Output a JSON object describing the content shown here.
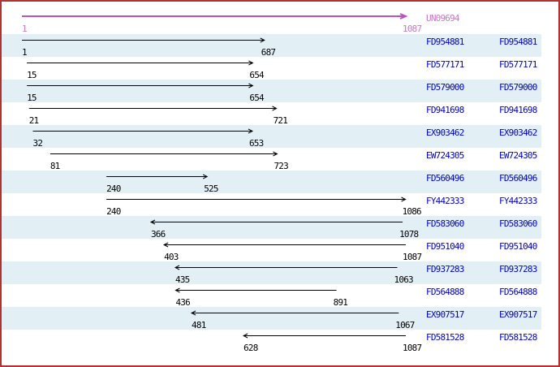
{
  "diagram": {
    "scale": {
      "min": 1,
      "max": 1087
    },
    "reference": {
      "id": "UN09694",
      "start": 1,
      "end": 1087,
      "direction": "right"
    },
    "alignments": [
      {
        "id": "FD954881",
        "start": 1,
        "end": 687,
        "direction": "right"
      },
      {
        "id": "FD577171",
        "start": 15,
        "end": 654,
        "direction": "right"
      },
      {
        "id": "FD579000",
        "start": 15,
        "end": 654,
        "direction": "right"
      },
      {
        "id": "FD941698",
        "start": 21,
        "end": 721,
        "direction": "right"
      },
      {
        "id": "EX903462",
        "start": 32,
        "end": 653,
        "direction": "right"
      },
      {
        "id": "EW724305",
        "start": 81,
        "end": 723,
        "direction": "right"
      },
      {
        "id": "FD560496",
        "start": 240,
        "end": 525,
        "direction": "right"
      },
      {
        "id": "FY442333",
        "start": 240,
        "end": 1086,
        "direction": "right"
      },
      {
        "id": "FD583060",
        "start": 366,
        "end": 1078,
        "direction": "left"
      },
      {
        "id": "FD951040",
        "start": 403,
        "end": 1087,
        "direction": "left"
      },
      {
        "id": "FD937283",
        "start": 435,
        "end": 1063,
        "direction": "left"
      },
      {
        "id": "FD564888",
        "start": 436,
        "end": 891,
        "direction": "left"
      },
      {
        "id": "EX907517",
        "start": 481,
        "end": 1067,
        "direction": "left"
      },
      {
        "id": "FD581528",
        "start": 628,
        "end": 1087,
        "direction": "left"
      }
    ]
  },
  "colors": {
    "border": "#b23232",
    "band": "#e2f0f6",
    "arrow": "#000000",
    "link": "#0000cc",
    "reference_line": "#bc53bc",
    "reference_text": "#c778c7"
  }
}
